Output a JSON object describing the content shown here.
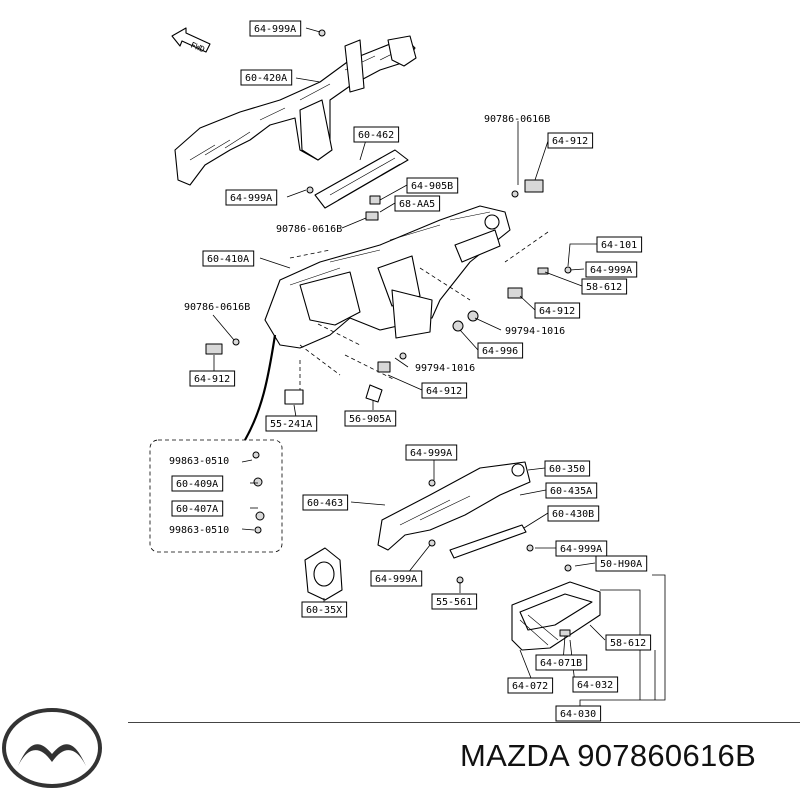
{
  "diagram": {
    "direction_label": "FWD",
    "labels": [
      {
        "id": "l1",
        "text": "64-999A",
        "boxed": true
      },
      {
        "id": "l2",
        "text": "60-420A",
        "boxed": true
      },
      {
        "id": "l3",
        "text": "60-462",
        "boxed": true
      },
      {
        "id": "l4",
        "text": "90786-0616B",
        "boxed": false
      },
      {
        "id": "l5",
        "text": "64-912",
        "boxed": true
      },
      {
        "id": "l6",
        "text": "64-999A",
        "boxed": true
      },
      {
        "id": "l7",
        "text": "64-905B",
        "boxed": true
      },
      {
        "id": "l8",
        "text": "68-AA5",
        "boxed": true
      },
      {
        "id": "l9",
        "text": "90786-0616B",
        "boxed": false
      },
      {
        "id": "l10",
        "text": "64-101",
        "boxed": true
      },
      {
        "id": "l11",
        "text": "60-410A",
        "boxed": true
      },
      {
        "id": "l12",
        "text": "64-999A",
        "boxed": true
      },
      {
        "id": "l13",
        "text": "58-612",
        "boxed": true
      },
      {
        "id": "l14",
        "text": "90786-0616B",
        "boxed": false
      },
      {
        "id": "l15",
        "text": "64-912",
        "boxed": true
      },
      {
        "id": "l16",
        "text": "99794-1016",
        "boxed": false
      },
      {
        "id": "l17",
        "text": "64-996",
        "boxed": true
      },
      {
        "id": "l18",
        "text": "64-912",
        "boxed": true
      },
      {
        "id": "l19",
        "text": "99794-1016",
        "boxed": false
      },
      {
        "id": "l20",
        "text": "64-912",
        "boxed": true
      },
      {
        "id": "l21",
        "text": "55-241A",
        "boxed": true
      },
      {
        "id": "l22",
        "text": "56-905A",
        "boxed": true
      },
      {
        "id": "l23",
        "text": "99863-0510",
        "boxed": false
      },
      {
        "id": "l24",
        "text": "60-409A",
        "boxed": true
      },
      {
        "id": "l25",
        "text": "60-407A",
        "boxed": true
      },
      {
        "id": "l26",
        "text": "99863-0510",
        "boxed": false
      },
      {
        "id": "l27",
        "text": "64-999A",
        "boxed": true
      },
      {
        "id": "l28",
        "text": "60-350",
        "boxed": true
      },
      {
        "id": "l29",
        "text": "60-435A",
        "boxed": true
      },
      {
        "id": "l30",
        "text": "60-463",
        "boxed": true
      },
      {
        "id": "l31",
        "text": "60-430B",
        "boxed": true
      },
      {
        "id": "l32",
        "text": "64-999A",
        "boxed": true
      },
      {
        "id": "l33",
        "text": "64-999A",
        "boxed": true
      },
      {
        "id": "l34",
        "text": "50-H90A",
        "boxed": true
      },
      {
        "id": "l35",
        "text": "55-561",
        "boxed": true
      },
      {
        "id": "l36",
        "text": "60-35X",
        "boxed": true
      },
      {
        "id": "l37",
        "text": "58-612",
        "boxed": true
      },
      {
        "id": "l38",
        "text": "64-071B",
        "boxed": true
      },
      {
        "id": "l39",
        "text": "64-072",
        "boxed": true
      },
      {
        "id": "l40",
        "text": "64-032",
        "boxed": true
      },
      {
        "id": "l41",
        "text": "64-030",
        "boxed": true
      }
    ]
  },
  "footer": {
    "brand": "MAZDA",
    "part_number": "907860616B",
    "logo_icon": "mazda-logo-icon"
  }
}
